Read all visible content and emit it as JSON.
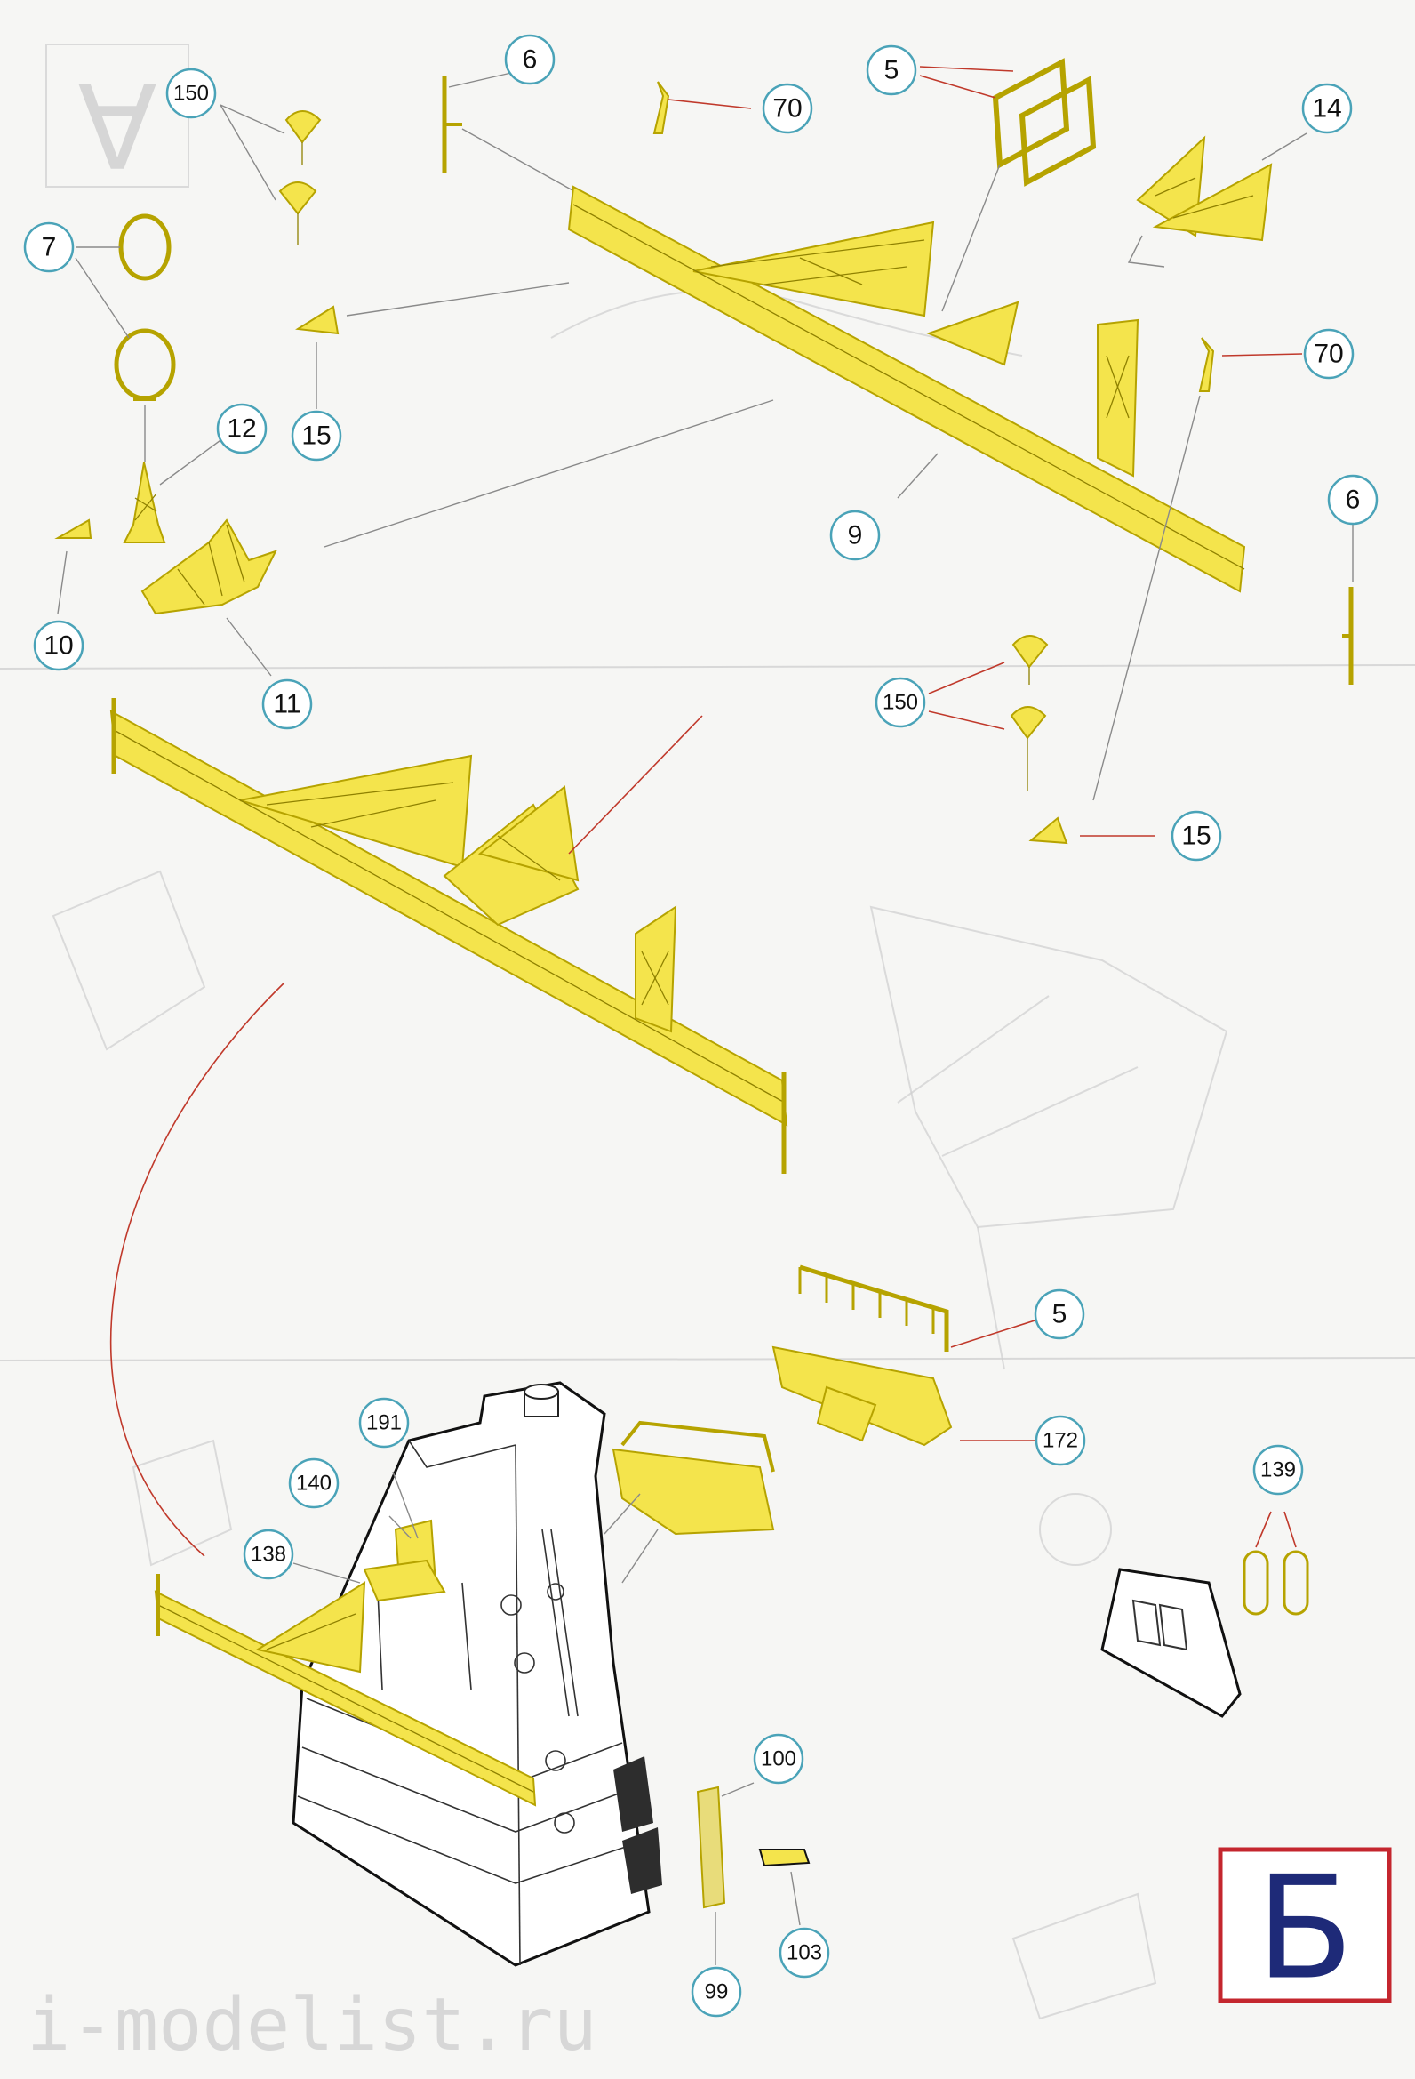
{
  "page_badge": "Б",
  "watermark": "i-modelist.ru",
  "ghost_badge": "A",
  "callouts": [
    {
      "id": "c6a",
      "label": "6"
    },
    {
      "id": "c5a",
      "label": "5"
    },
    {
      "id": "c150a",
      "label": "150"
    },
    {
      "id": "c70a",
      "label": "70"
    },
    {
      "id": "c14",
      "label": "14"
    },
    {
      "id": "c7",
      "label": "7"
    },
    {
      "id": "c70b",
      "label": "70"
    },
    {
      "id": "c12",
      "label": "12"
    },
    {
      "id": "c15a",
      "label": "15"
    },
    {
      "id": "c9",
      "label": "9"
    },
    {
      "id": "c6b",
      "label": "6"
    },
    {
      "id": "c10",
      "label": "10"
    },
    {
      "id": "c11",
      "label": "11"
    },
    {
      "id": "c150b",
      "label": "150"
    },
    {
      "id": "c15b",
      "label": "15"
    },
    {
      "id": "c5b",
      "label": "5"
    },
    {
      "id": "c172",
      "label": "172"
    },
    {
      "id": "c191",
      "label": "191"
    },
    {
      "id": "c140",
      "label": "140"
    },
    {
      "id": "c139",
      "label": "139"
    },
    {
      "id": "c138",
      "label": "138"
    },
    {
      "id": "c100",
      "label": "100"
    },
    {
      "id": "c99",
      "label": "99"
    },
    {
      "id": "c103",
      "label": "103"
    }
  ]
}
